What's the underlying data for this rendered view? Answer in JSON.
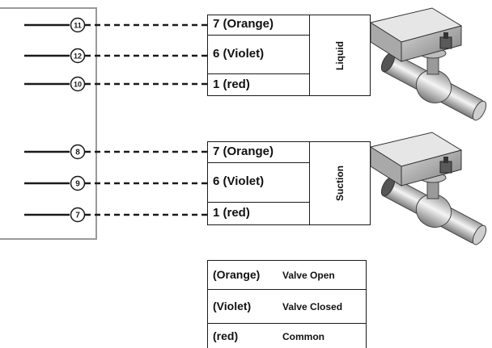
{
  "groups": [
    {
      "name": "Liquid",
      "wires": [
        {
          "terminal": "11",
          "label": "7 (Orange)"
        },
        {
          "terminal": "12",
          "label": "6 (Violet)"
        },
        {
          "terminal": "10",
          "label": "1 (red)"
        }
      ]
    },
    {
      "name": "Suction",
      "wires": [
        {
          "terminal": "8",
          "label": "7 (Orange)"
        },
        {
          "terminal": "9",
          "label": "6 (Violet)"
        },
        {
          "terminal": "7",
          "label": "1 (red)"
        }
      ]
    }
  ],
  "legend": [
    {
      "color": "(Orange)",
      "meaning": "Valve Open"
    },
    {
      "color": "(Violet)",
      "meaning": "Valve Closed"
    },
    {
      "color": "(red)",
      "meaning": "Common"
    }
  ],
  "colors": {
    "line": "#1a1a1a",
    "panel": "#9a9a9a",
    "valve_body": "#b8b8b8",
    "valve_dark": "#6e6e6e"
  },
  "icons": [
    "solenoid-valve-icon",
    "solenoid-valve-icon"
  ]
}
